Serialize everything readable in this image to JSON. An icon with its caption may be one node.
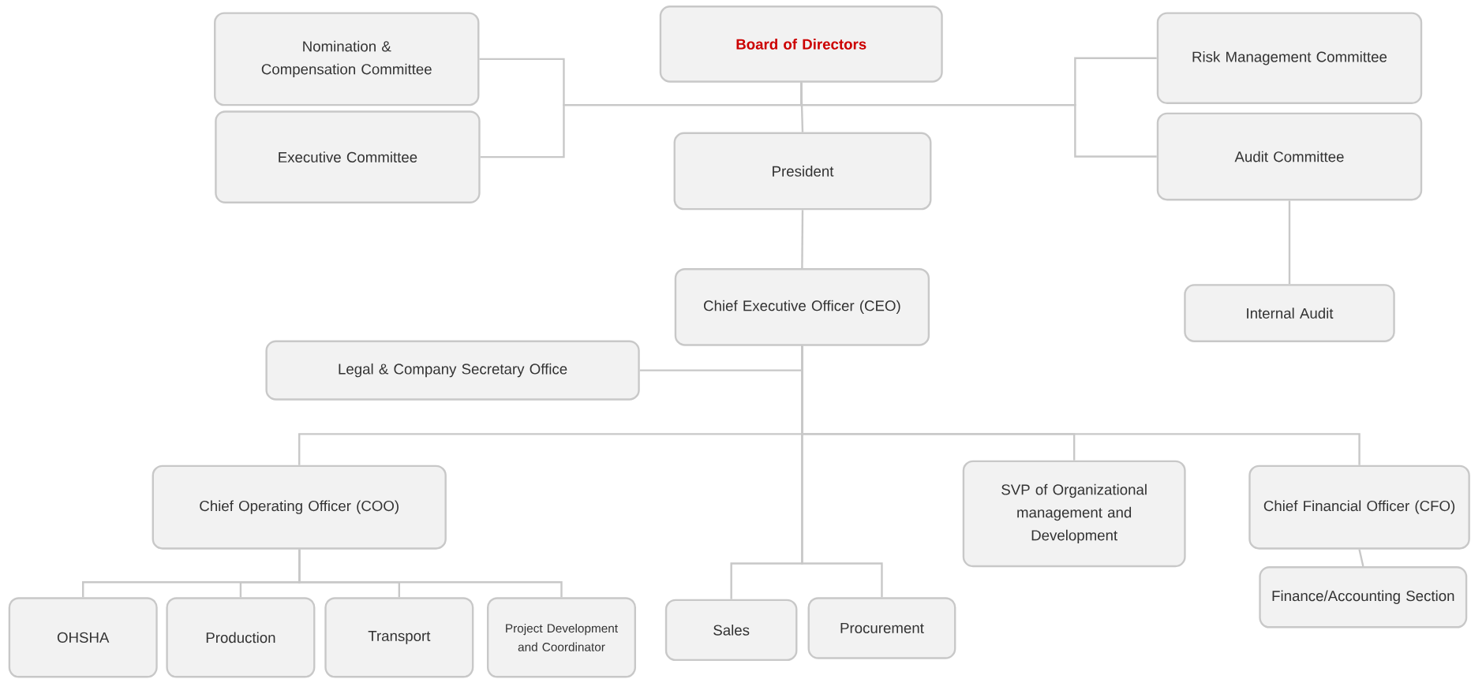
{
  "diagram": {
    "nodes": [
      {
        "text": [
          "Board of Directors"
        ]
      },
      {
        "text": [
          "Nomination & Compensation Committee"
        ]
      },
      {
        "text": [
          "Executive Committee"
        ]
      },
      {
        "text": [
          "Risk Management Committee"
        ]
      },
      {
        "text": [
          "Audit Committee"
        ]
      },
      {
        "text": [
          "President"
        ]
      },
      {
        "text": [
          "Chief Executive Officer (CEO)"
        ]
      },
      {
        "text": [
          "Internal Audit"
        ]
      },
      {
        "text": [
          "Legal & Company Secretary Office"
        ]
      },
      {
        "text": [
          "Chief Operating Officer (COO)"
        ]
      },
      {
        "text": [
          "SVP of Organizational management and Development"
        ]
      },
      {
        "text": [
          "Chief Financial Officer (CFO)"
        ]
      },
      {
        "text": [
          "Finance/Accounting Section"
        ]
      },
      {
        "text": [
          "OHSHA"
        ]
      },
      {
        "text": [
          "Production"
        ]
      },
      {
        "text": [
          "Transport"
        ]
      },
      {
        "text": [
          "Project Development and Coordinator"
        ]
      },
      {
        "text": [
          "Sales"
        ]
      },
      {
        "text": [
          "Procurement"
        ]
      }
    ],
    "edges": [
      {
        "from": 0,
        "to": 5,
        "arrow": "none"
      },
      {
        "from": 0,
        "to": 1,
        "arrow": "none"
      },
      {
        "from": 0,
        "to": 2,
        "arrow": "none"
      },
      {
        "from": 0,
        "to": 3,
        "arrow": "none"
      },
      {
        "from": 0,
        "to": 4,
        "arrow": "none"
      },
      {
        "from": 4,
        "to": 7,
        "arrow": "none"
      },
      {
        "from": 5,
        "to": 6,
        "arrow": "none"
      },
      {
        "from": 6,
        "to": 8,
        "arrow": "none"
      },
      {
        "from": 6,
        "to": 9,
        "arrow": "none"
      },
      {
        "from": 6,
        "to": 10,
        "arrow": "none"
      },
      {
        "from": 6,
        "to": 11,
        "arrow": "none"
      },
      {
        "from": 6,
        "to": 17,
        "arrow": "none"
      },
      {
        "from": 6,
        "to": 18,
        "arrow": "none"
      },
      {
        "from": 9,
        "to": 13,
        "arrow": "none"
      },
      {
        "from": 9,
        "to": 14,
        "arrow": "none"
      },
      {
        "from": 9,
        "to": 15,
        "arrow": "none"
      },
      {
        "from": 9,
        "to": 16,
        "arrow": "none"
      },
      {
        "from": 11,
        "to": 12,
        "arrow": "none"
      }
    ]
  }
}
